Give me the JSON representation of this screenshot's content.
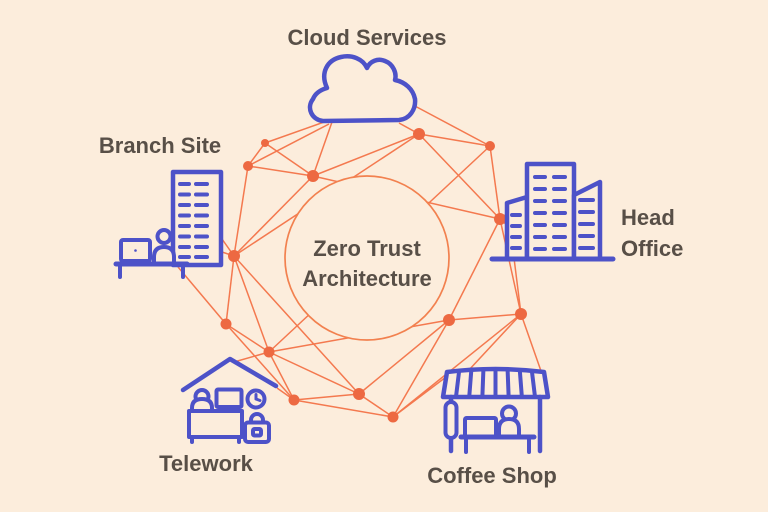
{
  "background_color": "#fceddc",
  "palette": {
    "mesh_line": "#f4794f",
    "mesh_node": "#ed6942",
    "circle_stroke": "#f2814f",
    "icon_stroke": "#4d52c8",
    "label_text": "#584f47"
  },
  "diagram": {
    "center": {
      "line1": "Zero Trust",
      "line2": "Architecture"
    },
    "nodes": [
      {
        "id": "cloud-services",
        "label": "Cloud Services",
        "icon": "cloud-icon"
      },
      {
        "id": "branch-site",
        "label": "Branch Site",
        "icon": "branch-building-worker-icon"
      },
      {
        "id": "head-office",
        "label": "Head Office",
        "icon": "head-office-buildings-icon"
      },
      {
        "id": "telework",
        "label": "Telework",
        "icon": "home-office-icon"
      },
      {
        "id": "coffee-shop",
        "label": "Coffee Shop",
        "icon": "coffee-stand-icon"
      }
    ]
  }
}
